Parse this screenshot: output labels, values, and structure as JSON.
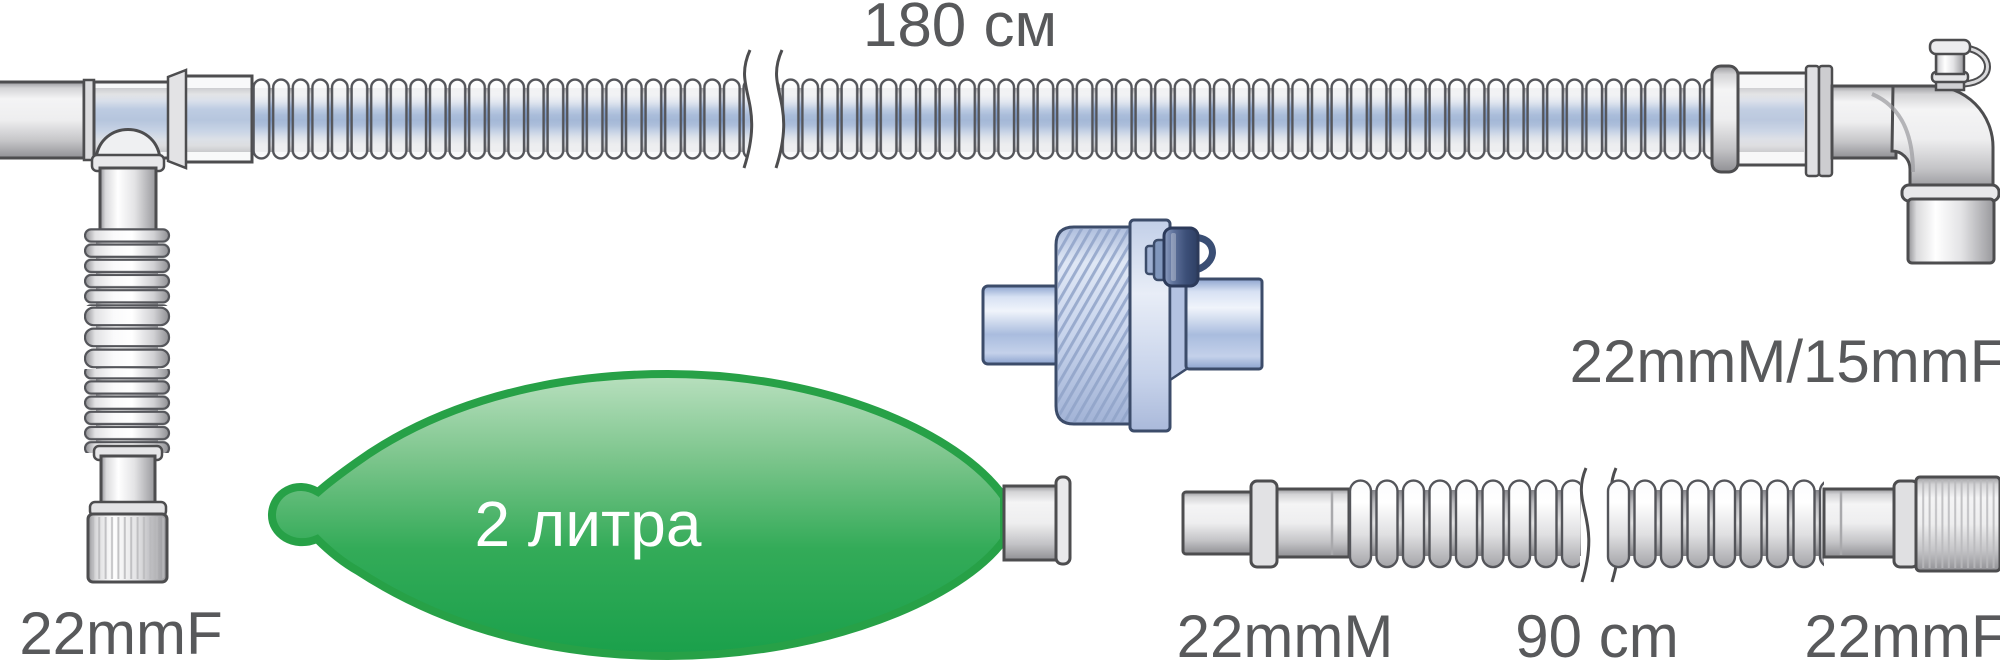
{
  "diagram": {
    "kind": "breathing-circuit-illustration",
    "background": "#ffffff"
  },
  "labels": {
    "main_tube_length": "180 см",
    "left_limb_port": "22mmF",
    "bag_volume": "2 литра",
    "elbow_port": "22mmM/15mmF",
    "short_tube_left_port": "22mmM",
    "short_tube_length": "90 cm",
    "short_tube_right_port": "22mmF"
  },
  "components": {
    "main_tube": "corrugated-breathing-tube-with-t-piece",
    "left_limb": "expandable-corrugated-limb",
    "bag": "green-reservoir-bag",
    "filter": "hme-filter-with-luer-cap",
    "elbow": "elbow-connector-with-capped-luer-port",
    "short_tube": "corrugated-extension-tube"
  },
  "colors": {
    "label_text": "#58595b",
    "outline_gray": "#4d4d4f",
    "tube_gray_light": "#f4f4f5",
    "tube_gray_dark": "#909094",
    "lumen_blue": "#7b98c6",
    "bag_green": "#1aa04b",
    "bag_green_light": "#b9e0bf",
    "bag_outline": "#27a147",
    "filter_blue": "#c8d4ec",
    "filter_outline": "#3c4c6a",
    "cap_navy": "#3c4f78",
    "bag_label_text": "#ffffff"
  }
}
